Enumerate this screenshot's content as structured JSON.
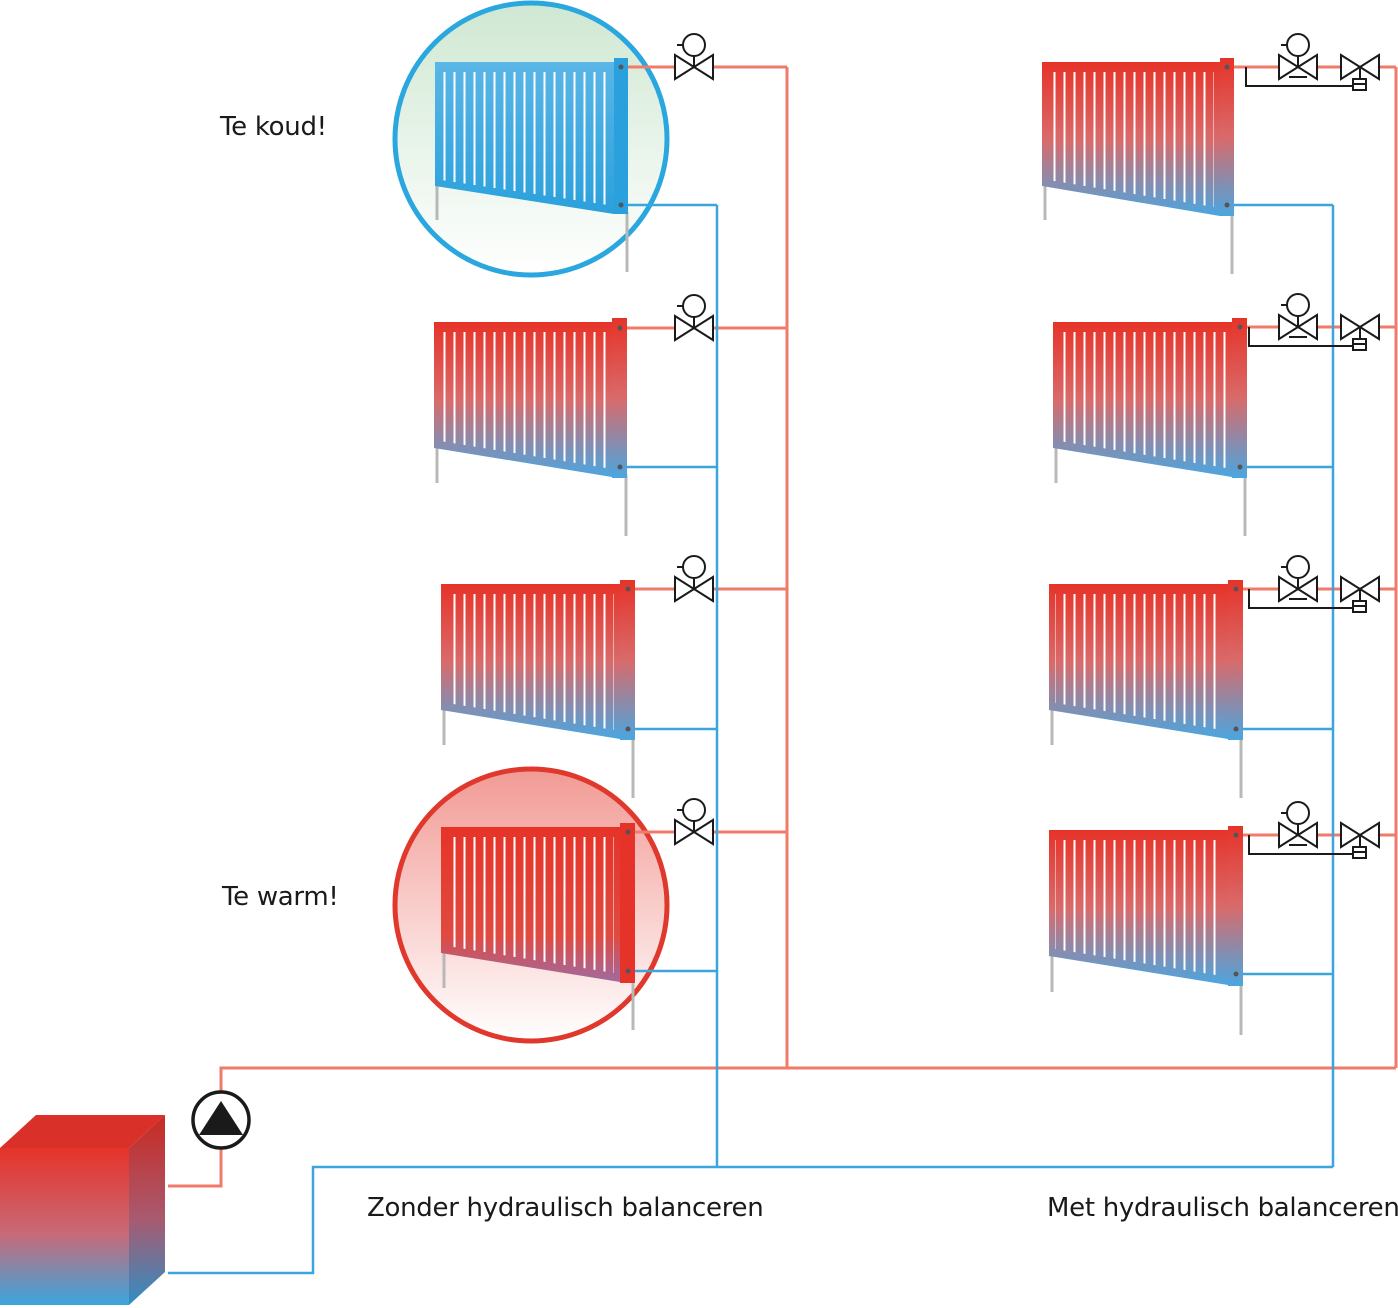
{
  "labels": {
    "too_cold": "Te koud!",
    "too_warm": "Te warm!",
    "without_balancing": "Zonder hydraulisch balanceren",
    "with_balancing": "Met hydraulisch balanceren"
  },
  "colors": {
    "supply_pipe": "#ef7b68",
    "return_pipe": "#3aa6dd",
    "hot": "#e63329",
    "cold": "#3aa6dd",
    "cold_highlight": "#2aa7de",
    "warm_highlight": "#e0382c",
    "valve_stroke": "#1a1a1a",
    "leg": "#b8b8b8"
  },
  "left_system": {
    "radiators": [
      {
        "state": "too-cold",
        "highlight": "cold"
      },
      {
        "state": "normal",
        "highlight": "none"
      },
      {
        "state": "normal",
        "highlight": "none"
      },
      {
        "state": "too-warm",
        "highlight": "warm"
      }
    ],
    "valves_per_radiator": [
      "thermostatic-valve"
    ]
  },
  "right_system": {
    "radiators": [
      {
        "state": "balanced"
      },
      {
        "state": "balanced"
      },
      {
        "state": "balanced"
      },
      {
        "state": "balanced"
      }
    ],
    "valves_per_radiator": [
      "thermostatic-valve",
      "balancing-valve"
    ]
  },
  "components": [
    "boiler",
    "circulation-pump"
  ]
}
